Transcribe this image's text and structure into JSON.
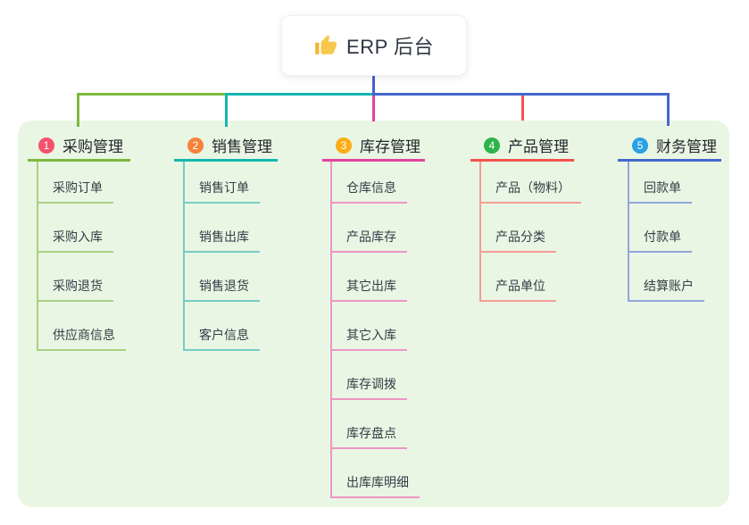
{
  "root": {
    "label": "ERP 后台",
    "icon": "thumbs-up-icon"
  },
  "canvas": {
    "background": "#ffffff",
    "panel_color": "#e9f6e3"
  },
  "connector": {
    "root_color": "#4a5ed2"
  },
  "branches": [
    {
      "index": "1",
      "title": "采购管理",
      "badge_color": "#f4516c",
      "line_color": "#7db93f",
      "child_line_color": "#a9d184",
      "children": [
        "采购订单",
        "采购入库",
        "采购退货",
        "供应商信息"
      ]
    },
    {
      "index": "2",
      "title": "销售管理",
      "badge_color": "#f7823b",
      "line_color": "#14b7b0",
      "child_line_color": "#76cdc6",
      "children": [
        "销售订单",
        "销售出库",
        "销售退货",
        "客户信息"
      ]
    },
    {
      "index": "3",
      "title": "库存管理",
      "badge_color": "#fcad15",
      "line_color": "#e2429f",
      "child_line_color": "#ee95c6",
      "children": [
        "仓库信息",
        "产品库存",
        "其它出库",
        "其它入库",
        "库存调拨",
        "库存盘点",
        "出库库明细"
      ]
    },
    {
      "index": "4",
      "title": "产品管理",
      "badge_color": "#2eb34c",
      "line_color": "#f4534f",
      "child_line_color": "#f59d97",
      "children": [
        "产品（物料）",
        "产品分类",
        "产品单位"
      ]
    },
    {
      "index": "5",
      "title": "财务管理",
      "badge_color": "#2aa1e5",
      "line_color": "#4568cd",
      "child_line_color": "#92a6dd",
      "children": [
        "回款单",
        "付款单",
        "结算账户"
      ]
    }
  ]
}
